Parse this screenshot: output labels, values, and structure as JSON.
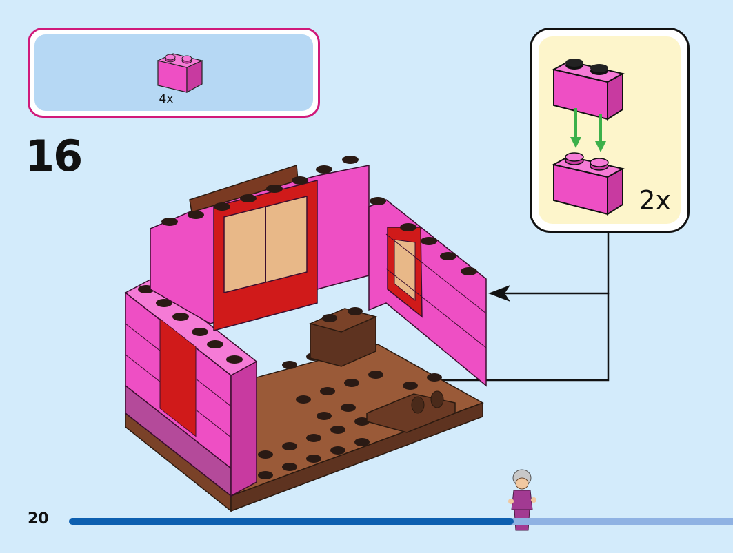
{
  "parts_list": {
    "items": [
      {
        "icon": "pink-brick-1x2-icon",
        "color": "#ee4fc4",
        "quantity": "4x"
      }
    ]
  },
  "step": {
    "number": "16"
  },
  "callout": {
    "multiplier": "2x"
  },
  "page": {
    "number": "20"
  },
  "progress": {
    "fraction": 0.67
  },
  "colors": {
    "background": "#d3ebfb",
    "pink_brick": "#ee4fc4",
    "parts_border": "#d01a7a",
    "callout_bg": "#fdf5cb",
    "arrow_green": "#3cb04a",
    "progress_fill": "#0d5fb0",
    "progress_track": "#8fb2e3"
  }
}
